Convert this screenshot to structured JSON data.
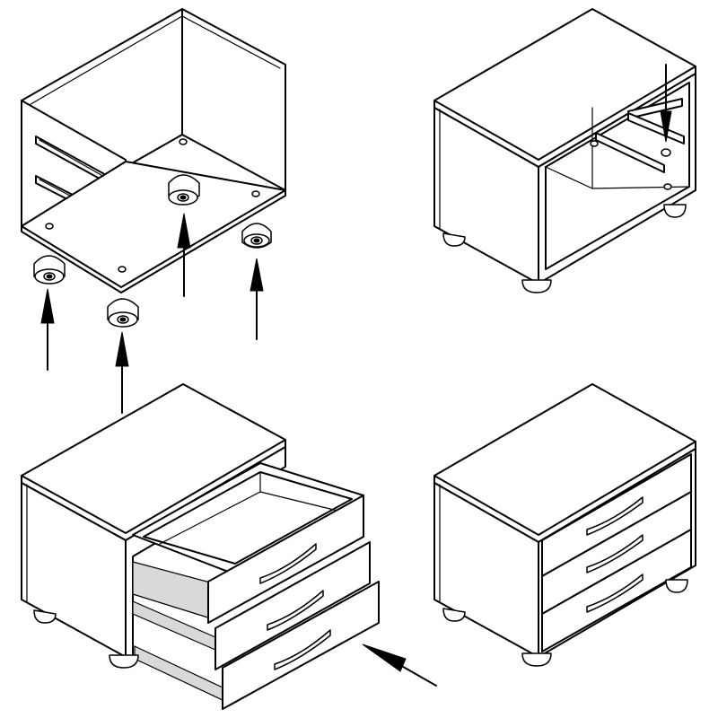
{
  "figure": {
    "panels": [
      {
        "id": "step-1",
        "description_icon": "cabinet-upside-down-feet-icon"
      },
      {
        "id": "step-2",
        "description_icon": "cabinet-upright-open-icon"
      },
      {
        "id": "step-3",
        "description_icon": "cabinet-drawers-inserting-icon"
      },
      {
        "id": "step-4",
        "description_icon": "cabinet-assembled-icon"
      }
    ],
    "colors": {
      "line": "#000000",
      "background": "#ffffff",
      "shade": "#d9d9d9"
    }
  }
}
